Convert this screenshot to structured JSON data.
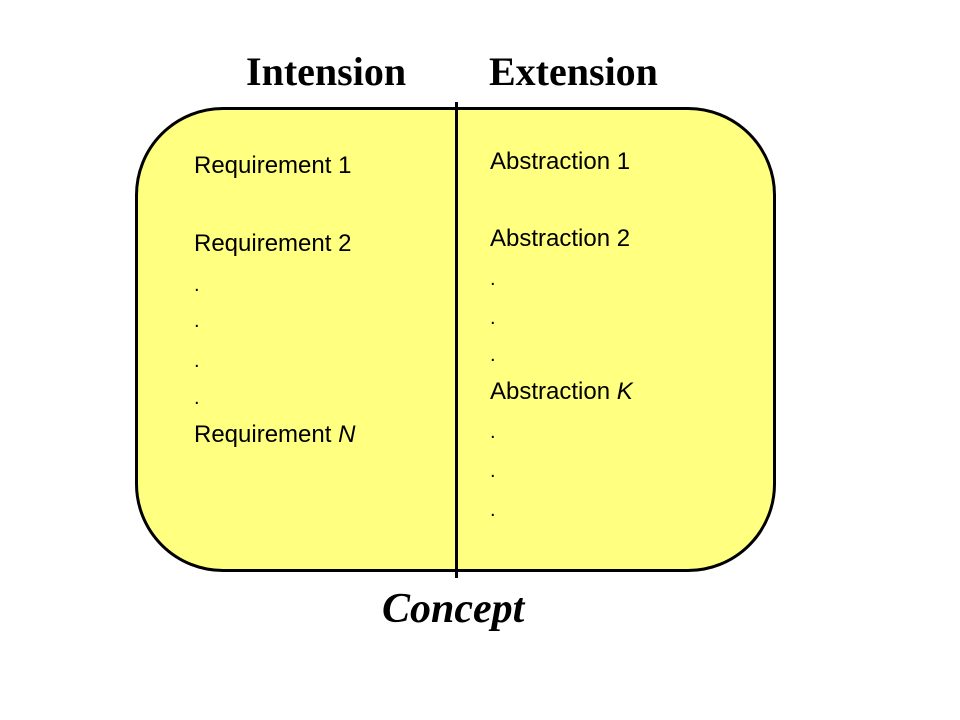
{
  "headings": {
    "intension": "Intension",
    "extension": "Extension"
  },
  "intension_items": {
    "req1": "Requirement 1",
    "req2": "Requirement 2",
    "dot1": ".",
    "dot2": ".",
    "dot3": ".",
    "dot4": ".",
    "reqN_prefix": "Requirement ",
    "reqN_var": "N"
  },
  "extension_items": {
    "abs1": "Abstraction 1",
    "abs2": "Abstraction 2",
    "dot1": ".",
    "dot2": ".",
    "dot3": ".",
    "absK_prefix": "Abstraction ",
    "absK_var": "K",
    "dot4": ".",
    "dot5": ".",
    "dot6": "."
  },
  "concept_label": "Concept",
  "colors": {
    "box_fill": "#FFFF80",
    "stroke": "#000000",
    "text": "#000000"
  }
}
